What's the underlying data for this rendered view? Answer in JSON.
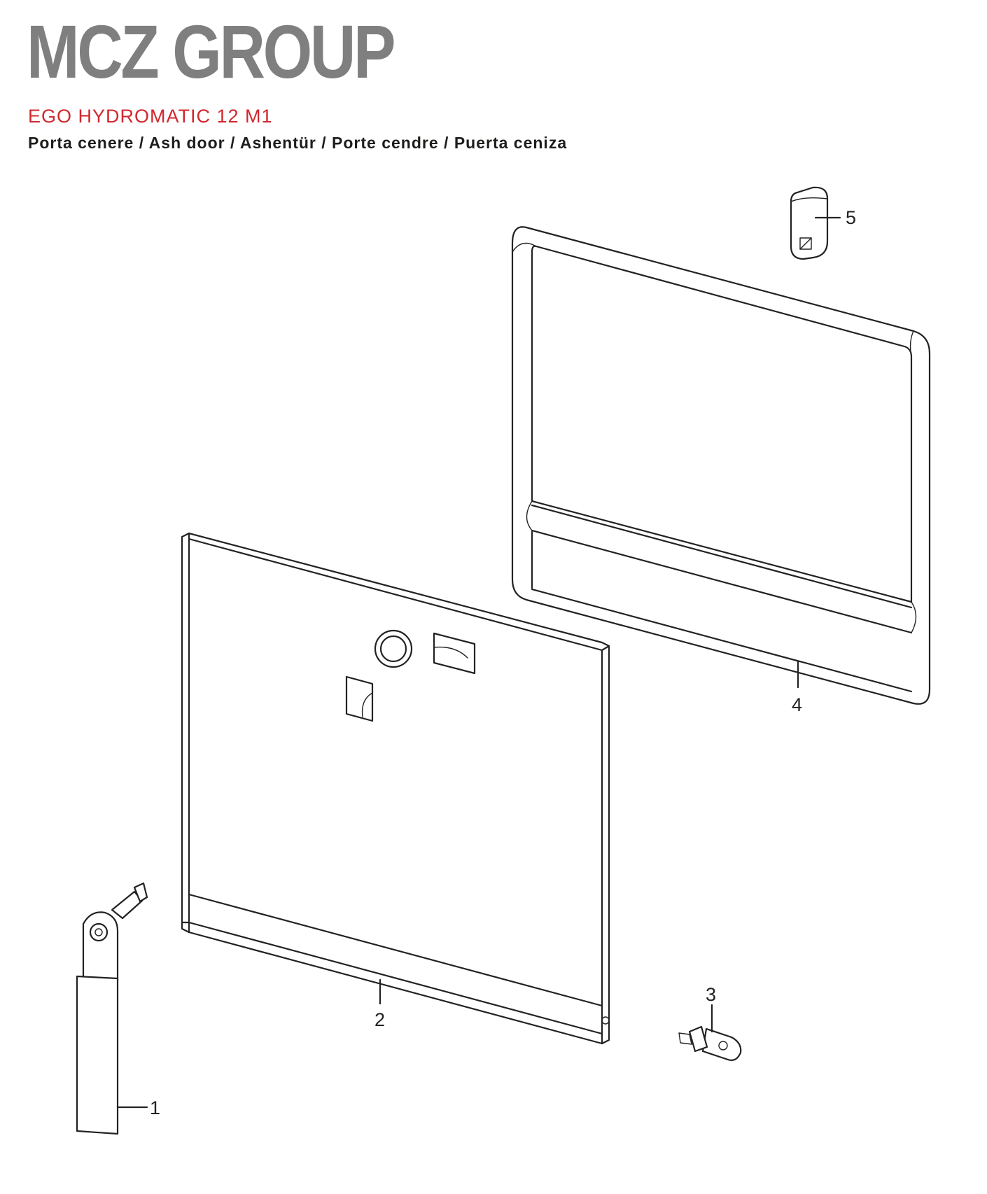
{
  "header": {
    "brand": "MCZ GROUP",
    "model": "EGO HYDROMATIC 12 M1",
    "subtitle": "Porta cenere / Ash door / Ashentür / Porte cendre / Puerta ceniza"
  },
  "callouts": [
    "1",
    "2",
    "3",
    "4",
    "5"
  ],
  "colors": {
    "brand_gray": "#7f7f80",
    "model_red": "#d1282e",
    "line": "#222222"
  }
}
